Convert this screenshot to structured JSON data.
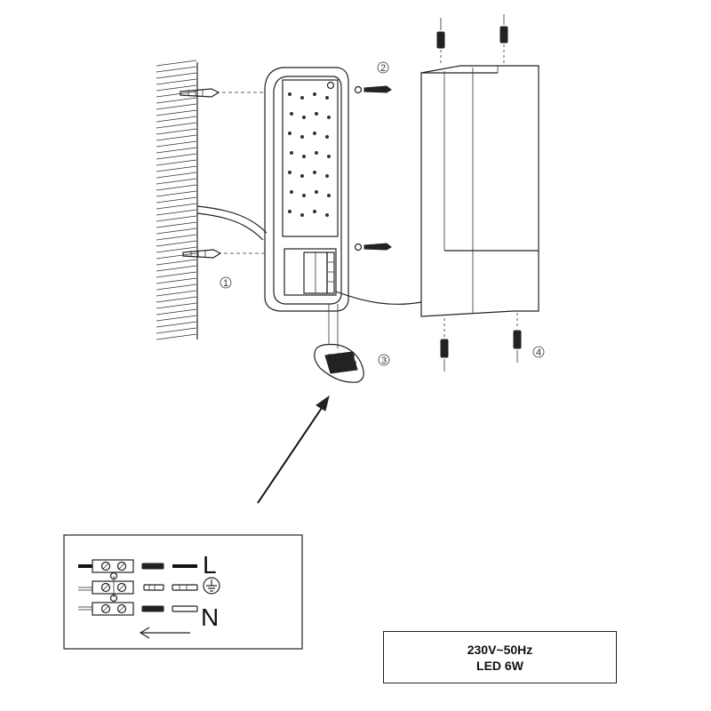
{
  "steps": {
    "step1": "1",
    "step2": "2",
    "step3": "3",
    "step4": "4"
  },
  "terminal": {
    "live": "L",
    "neutral": "N",
    "earth_symbol": "earth-ground-icon"
  },
  "spec": {
    "line1": "230V~50Hz",
    "line2": "LED 6W"
  }
}
